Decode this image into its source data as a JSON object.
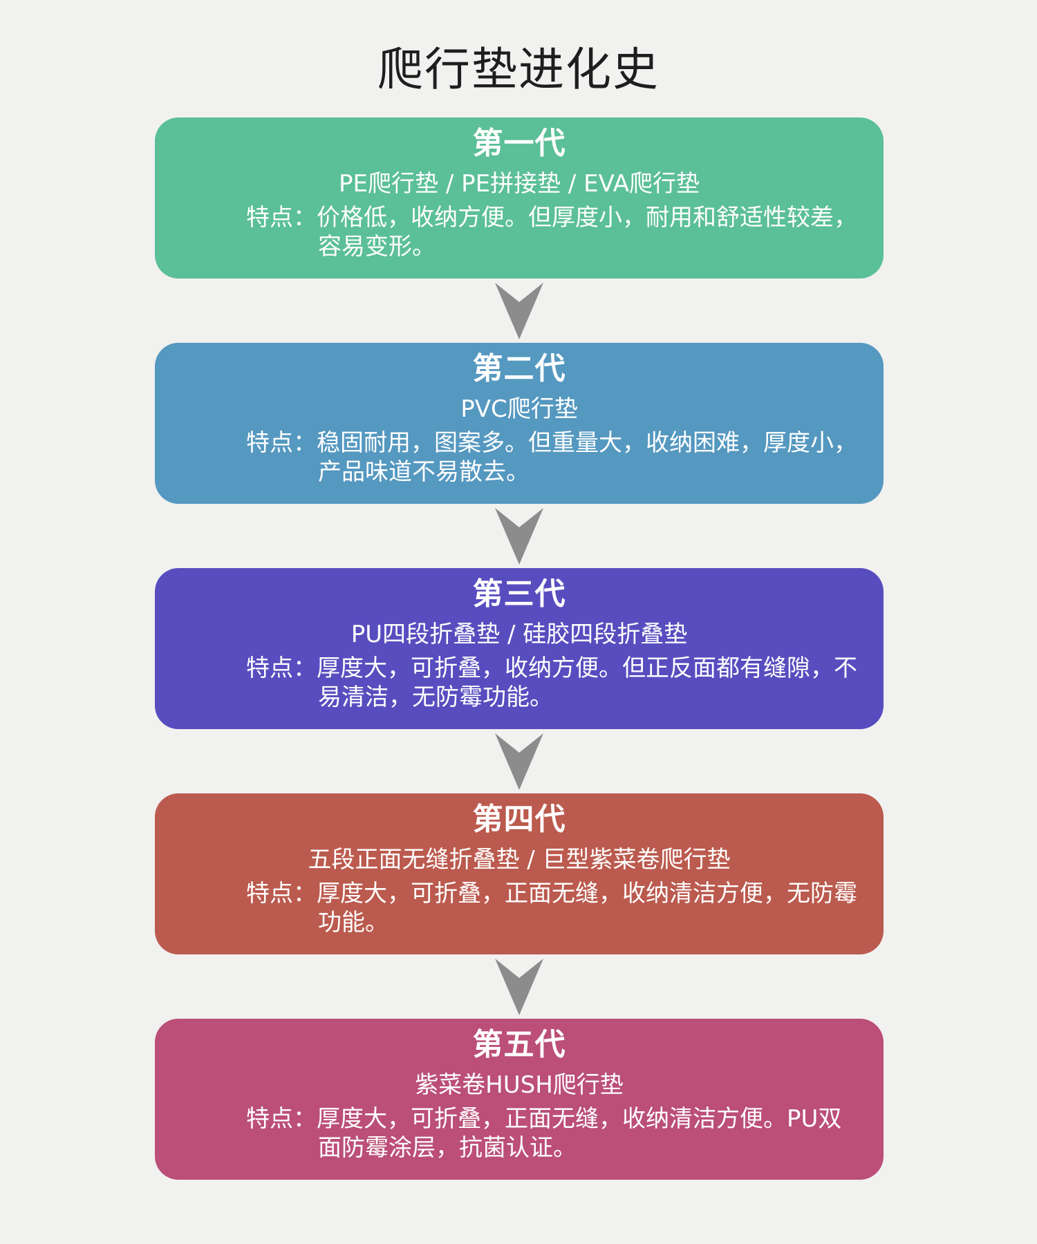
{
  "title": "爬行垫进化史",
  "generations": [
    {
      "heading": "第一代",
      "products": "PE爬行垫 / PE拼接垫 / EVA爬行垫",
      "features": "特点：价格低，收纳方便。但厚度小，耐用和舒适性较差，容易变形。",
      "color": "#5bbf98"
    },
    {
      "heading": "第二代",
      "products": "PVC爬行垫",
      "features": "特点：稳固耐用，图案多。但重量大，收纳困难，厚度小，产品味道不易散去。",
      "color": "#5598c0"
    },
    {
      "heading": "第三代",
      "products": "PU四段折叠垫 / 硅胶四段折叠垫",
      "features": "特点：厚度大，可折叠，收纳方便。但正反面都有缝隙，不易清洁，无防霉功能。",
      "color": "#584dbf"
    },
    {
      "heading": "第四代",
      "products": "五段正面无缝折叠垫 / 巨型紫菜卷爬行垫",
      "features": "特点：厚度大，可折叠，正面无缝，收纳清洁方便，无防霉功能。",
      "color": "#bb5a4e"
    },
    {
      "heading": "第五代",
      "products": "紫菜卷HUSH爬行垫",
      "features": "特点：厚度大，可折叠，正面无缝，收纳清洁方便。PU双面防霉涂层，抗菌认证。",
      "color": "#bb4f77"
    }
  ],
  "arrow_color": "#8c8c8c",
  "arrow_icon": "chevron-down-icon"
}
